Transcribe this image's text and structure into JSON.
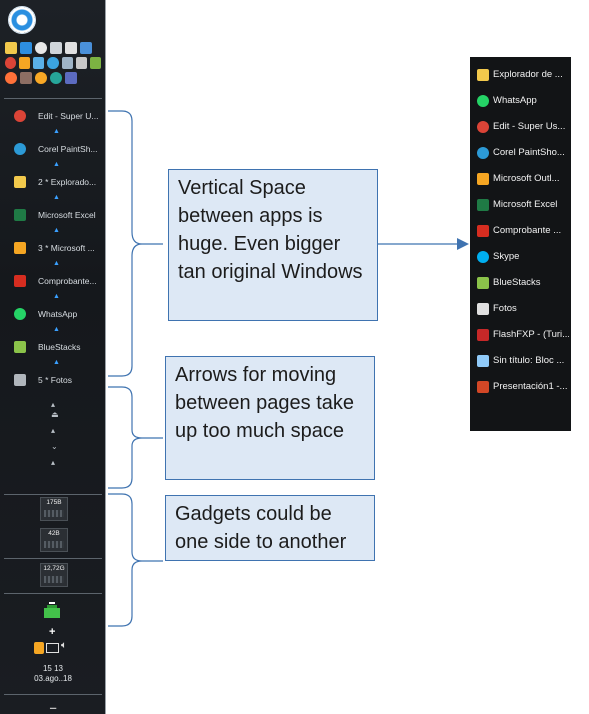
{
  "taskbar": {
    "tasks": [
      {
        "label": "Edit - Super U...",
        "icon": "chrome-icon",
        "color": "#db4437"
      },
      {
        "label": "Corel PaintSh...",
        "icon": "corel-paintshop-icon",
        "color": "#2c9ad6"
      },
      {
        "label": "2 * Explorado...",
        "icon": "folder-icon",
        "color": "#f2c94c"
      },
      {
        "label": "Microsoft Excel",
        "icon": "excel-icon",
        "color": "#1f7a45"
      },
      {
        "label": "3 * Microsoft ...",
        "icon": "outlook-icon",
        "color": "#f5a623"
      },
      {
        "label": "Comprobante...",
        "icon": "pdf-icon",
        "color": "#d62d20"
      },
      {
        "label": "WhatsApp",
        "icon": "whatsapp-icon",
        "color": "#25d366"
      },
      {
        "label": "BlueStacks",
        "icon": "bluestacks-icon",
        "color": "#8bc34a"
      },
      {
        "label": "5 * Fotos",
        "icon": "photos-icon",
        "color": "#b0b6bc"
      }
    ],
    "gadgets": [
      "175B",
      "42B",
      "12,72G"
    ],
    "clock": {
      "time": "15 13",
      "date": "03.ago..18"
    }
  },
  "callouts": {
    "vertical_space": "Vertical Space between apps is huge. Even bigger tan original Windows",
    "arrows": "Arrows for moving between pages take up too much space",
    "gadgets": "Gadgets could be one side to another"
  },
  "windows_taskbar": {
    "items": [
      {
        "label": "Explorador de ...",
        "icon": "folder-icon",
        "color": "#f2c94c"
      },
      {
        "label": "WhatsApp",
        "icon": "whatsapp-icon",
        "color": "#25d366"
      },
      {
        "label": "Edit - Super Us...",
        "icon": "chrome-icon",
        "color": "#db4437"
      },
      {
        "label": "Corel PaintSho...",
        "icon": "corel-paintshop-icon",
        "color": "#2c9ad6"
      },
      {
        "label": "Microsoft Outl...",
        "icon": "outlook-icon",
        "color": "#f5a623"
      },
      {
        "label": "Microsoft Excel",
        "icon": "excel-icon",
        "color": "#1f7a45"
      },
      {
        "label": "Comprobante ...",
        "icon": "pdf-icon",
        "color": "#d62d20"
      },
      {
        "label": "Skype",
        "icon": "skype-icon",
        "color": "#00aff0"
      },
      {
        "label": "BlueStacks",
        "icon": "bluestacks-icon",
        "color": "#8bc34a"
      },
      {
        "label": "Fotos",
        "icon": "photos-icon",
        "color": "#e0e0e0"
      },
      {
        "label": "FlashFXP - (Turi...",
        "icon": "flashfxp-icon",
        "color": "#c62828"
      },
      {
        "label": "Sin título: Bloc ...",
        "icon": "notepad-icon",
        "color": "#90caf9"
      },
      {
        "label": "Presentación1 -...",
        "icon": "powerpoint-icon",
        "color": "#d24726"
      }
    ]
  }
}
